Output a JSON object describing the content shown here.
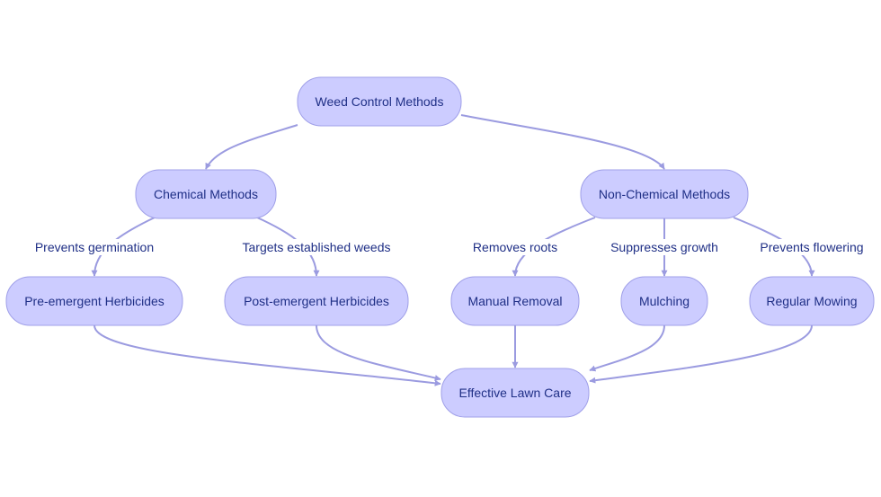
{
  "colors": {
    "node_fill": "#ccccff",
    "node_stroke": "#9f9fe8",
    "edge": "#9b9be0",
    "text": "#1f2f86"
  },
  "nodes": [
    {
      "id": "weed-control-methods",
      "label": "Weed Control Methods"
    },
    {
      "id": "chemical-methods",
      "label": "Chemical Methods"
    },
    {
      "id": "non-chemical-methods",
      "label": "Non-Chemical Methods"
    },
    {
      "id": "pre-emergent-herbicides",
      "label": "Pre-emergent Herbicides"
    },
    {
      "id": "post-emergent-herbicides",
      "label": "Post-emergent Herbicides"
    },
    {
      "id": "manual-removal",
      "label": "Manual Removal"
    },
    {
      "id": "mulching",
      "label": "Mulching"
    },
    {
      "id": "regular-mowing",
      "label": "Regular Mowing"
    },
    {
      "id": "effective-lawn-care",
      "label": "Effective Lawn Care"
    }
  ],
  "edges": [
    {
      "from": "weed-control-methods",
      "to": "chemical-methods",
      "label": ""
    },
    {
      "from": "weed-control-methods",
      "to": "non-chemical-methods",
      "label": ""
    },
    {
      "from": "chemical-methods",
      "to": "pre-emergent-herbicides",
      "label": "Prevents germination"
    },
    {
      "from": "chemical-methods",
      "to": "post-emergent-herbicides",
      "label": "Targets established weeds"
    },
    {
      "from": "non-chemical-methods",
      "to": "manual-removal",
      "label": "Removes roots"
    },
    {
      "from": "non-chemical-methods",
      "to": "mulching",
      "label": "Suppresses growth"
    },
    {
      "from": "non-chemical-methods",
      "to": "regular-mowing",
      "label": "Prevents flowering"
    },
    {
      "from": "pre-emergent-herbicides",
      "to": "effective-lawn-care",
      "label": ""
    },
    {
      "from": "post-emergent-herbicides",
      "to": "effective-lawn-care",
      "label": ""
    },
    {
      "from": "manual-removal",
      "to": "effective-lawn-care",
      "label": ""
    },
    {
      "from": "mulching",
      "to": "effective-lawn-care",
      "label": ""
    },
    {
      "from": "regular-mowing",
      "to": "effective-lawn-care",
      "label": ""
    }
  ]
}
